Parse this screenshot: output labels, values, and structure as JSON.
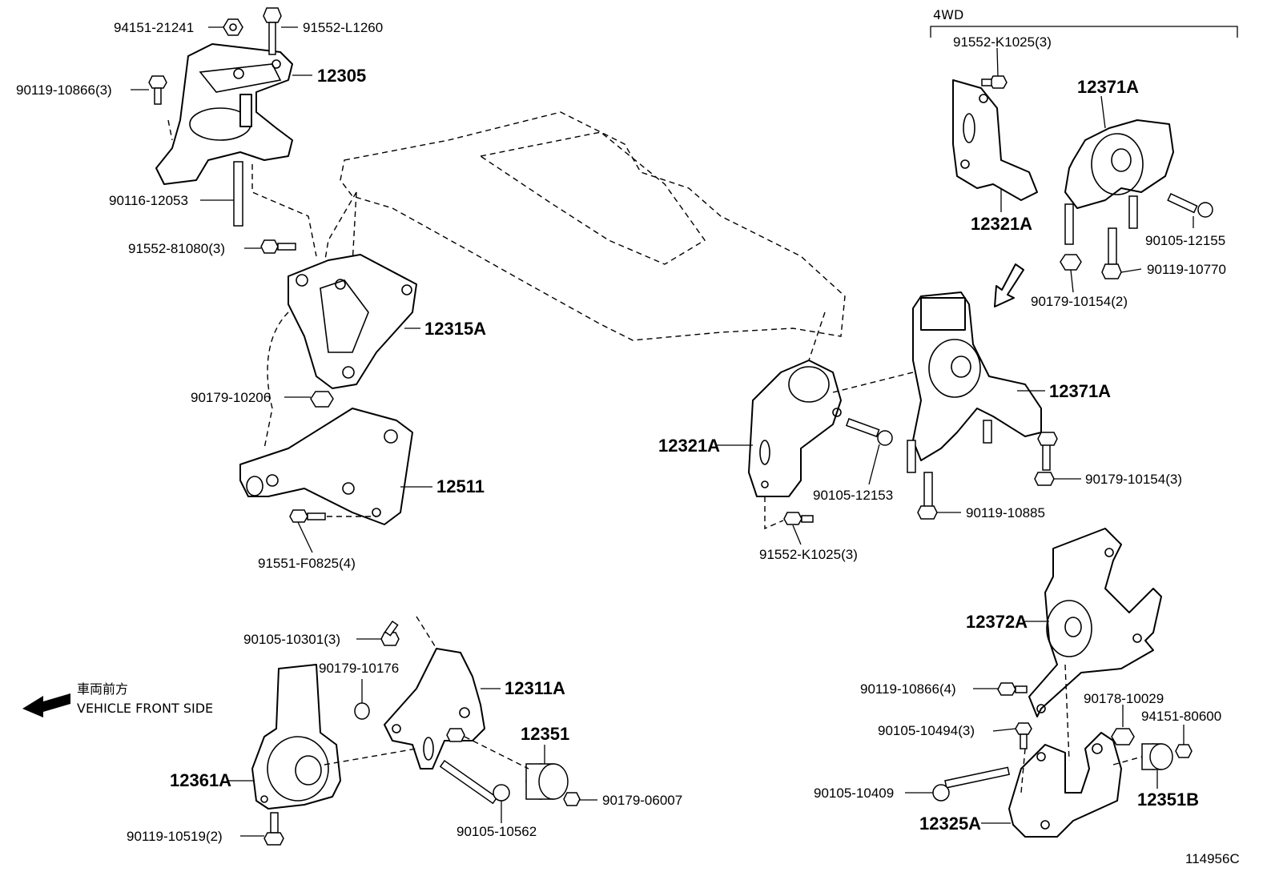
{
  "diagram": {
    "drawing_number": "114956C",
    "group_4wd_label": "4WD",
    "direction_label_jp": "車両前方",
    "direction_label_en": "VEHICLE FRONT SIDE"
  },
  "labels": {
    "p94151_21241": "94151-21241",
    "p91552_L1260": "91552-L1260",
    "p12305": "12305",
    "p90119_10866_3": "90119-10866(3)",
    "p90116_12053": "90116-12053",
    "p91552_81080_3": "91552-81080(3)",
    "p12315A": "12315A",
    "p90179_10206": "90179-10206",
    "p12511": "12511",
    "p91551_F0825_4": "91551-F0825(4)",
    "p91552_K1025_3_top": "91552-K1025(3)",
    "p12371A_top": "12371A",
    "p12321A_top": "12321A",
    "p90105_12155": "90105-12155",
    "p90119_10770": "90119-10770",
    "p90179_10154_2": "90179-10154(2)",
    "p12371A_mid": "12371A",
    "p12321A_mid": "12321A",
    "p90105_12153": "90105-12153",
    "p90179_10154_3": "90179-10154(3)",
    "p90119_10885": "90119-10885",
    "p91552_K1025_3_bot": "91552-K1025(3)",
    "p12372A": "12372A",
    "p90105_10301_3": "90105-10301(3)",
    "p90179_10176": "90179-10176",
    "p12311A": "12311A",
    "p12351": "12351",
    "p12361A": "12361A",
    "p90179_06007": "90179-06007",
    "p90119_10519_2": "90119-10519(2)",
    "p90105_10562": "90105-10562",
    "p90119_10866_4": "90119-10866(4)",
    "p90178_10029": "90178-10029",
    "p94151_80600": "94151-80600",
    "p90105_10494_3": "90105-10494(3)",
    "p90105_10409": "90105-10409",
    "p12351B": "12351B",
    "p12325A": "12325A"
  }
}
